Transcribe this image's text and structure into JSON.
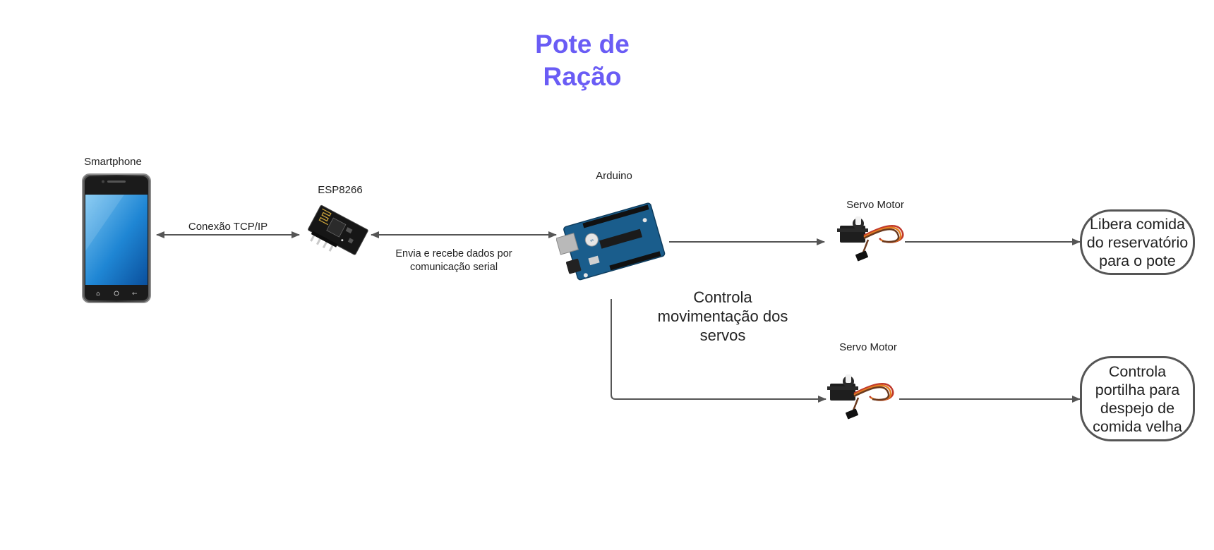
{
  "title": {
    "line1": "Pote de",
    "line2": "Ração"
  },
  "nodes": {
    "smartphone": "Smartphone",
    "esp": "ESP8266",
    "arduino": "Arduino",
    "servo_top": "Servo Motor",
    "servo_bottom": "Servo Motor"
  },
  "edges": {
    "tcp": "Conexão TCP/IP",
    "serial": {
      "line1": "Envia e recebe dados por",
      "line2": "comunicação serial"
    },
    "control": {
      "line1": "Controla",
      "line2": "movimentação dos",
      "line3": "servos"
    }
  },
  "outputs": {
    "top": {
      "line1": "Libera comida",
      "line2": "do reservatório",
      "line3": "para o pote"
    },
    "bottom": {
      "line1": "Controla",
      "line2": "portilha para",
      "line3": "despejo de",
      "line4": "comida velha"
    }
  }
}
